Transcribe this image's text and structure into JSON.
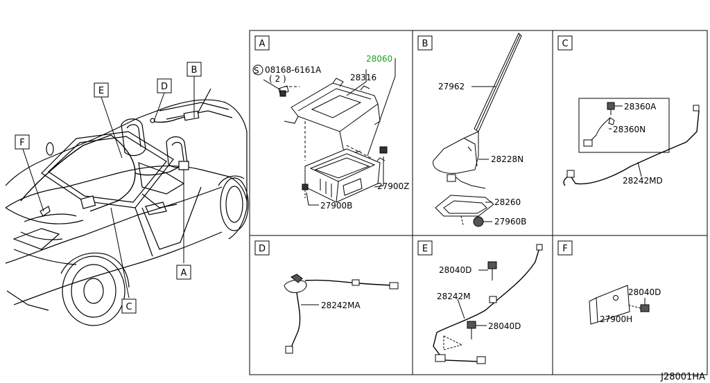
{
  "callouts": {
    "A": "A",
    "B": "B",
    "C": "C",
    "D": "D",
    "E": "E",
    "F": "F"
  },
  "panels": {
    "A": {
      "letter": "A",
      "parts": {
        "bolt_code": "08168-6161A",
        "bolt_qty": "( 2 )",
        "assembly": "28060",
        "bracket": "28316",
        "nut": "27900Z",
        "screw": "27900B"
      }
    },
    "B": {
      "letter": "B",
      "parts": {
        "rod": "27962",
        "base": "28228N",
        "feeder": "28260",
        "nut": "27960B"
      }
    },
    "C": {
      "letter": "C",
      "parts": {
        "bolt": "28360A",
        "cable": "28360N",
        "main_cable": "28242MD"
      }
    },
    "D": {
      "letter": "D",
      "parts": {
        "cable": "28242MA"
      }
    },
    "E": {
      "letter": "E",
      "parts": {
        "bolt_top": "28040D",
        "cable": "28242M",
        "bolt_bottom": "28040D"
      }
    },
    "F": {
      "letter": "F",
      "parts": {
        "bolt": "28040D",
        "pad": "27900H"
      }
    }
  },
  "diagram_ref": "J28001HA",
  "colors": {
    "line": "#000000",
    "highlight": "#19a319"
  }
}
